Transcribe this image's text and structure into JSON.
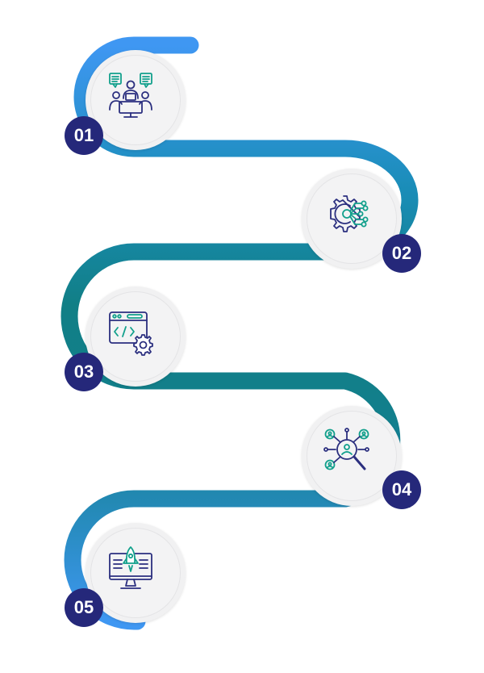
{
  "colors": {
    "path_start": "#3f97f2",
    "path_mid": "#117f86",
    "path_end": "#2a8dc4",
    "badge": "#25287a",
    "icon_navy": "#2b2f7f",
    "icon_teal": "#12a08c",
    "circle": "#f1f1f2"
  },
  "steps": [
    {
      "number": "01",
      "icon": "team-meeting-icon"
    },
    {
      "number": "02",
      "icon": "gear-network-icon"
    },
    {
      "number": "03",
      "icon": "code-settings-icon"
    },
    {
      "number": "04",
      "icon": "people-search-icon"
    },
    {
      "number": "05",
      "icon": "monitor-rocket-icon"
    }
  ]
}
